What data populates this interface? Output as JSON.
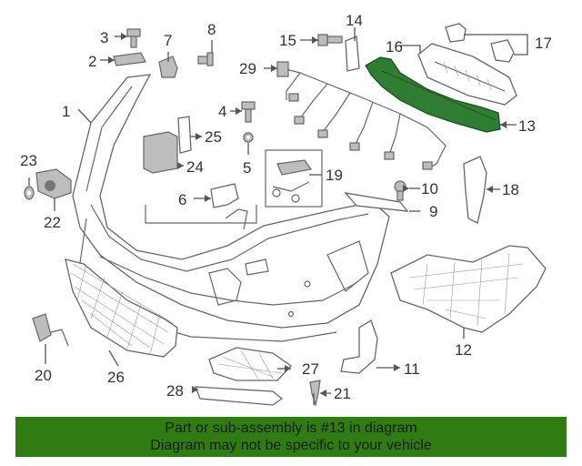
{
  "callouts": {
    "c1": "1",
    "c2": "2",
    "c3": "3",
    "c4": "4",
    "c5": "5",
    "c6": "6",
    "c7": "7",
    "c8": "8",
    "c9": "9",
    "c10": "10",
    "c11": "11",
    "c12": "12",
    "c13": "13",
    "c14": "14",
    "c15": "15",
    "c16": "16",
    "c17": "17",
    "c18": "18",
    "c19": "19",
    "c20": "20",
    "c21": "21",
    "c22": "22",
    "c23": "23",
    "c24": "24",
    "c25": "25",
    "c26": "26",
    "c27": "27",
    "c28": "28",
    "c29": "29"
  },
  "highlighted_part": "13",
  "colors": {
    "highlight": "#2e7d32",
    "banner": "#2f7d12"
  },
  "banner": {
    "line1": "Part or sub-assembly is #13 in diagram",
    "line2": "Diagram may not be specific to your vehicle"
  }
}
